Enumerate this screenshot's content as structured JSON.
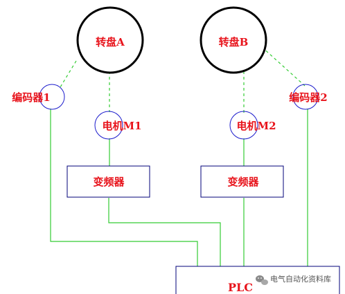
{
  "diagram": {
    "turntable_a": "转盘A",
    "turntable_b": "转盘B",
    "encoder_1": "编码器1",
    "encoder_2": "编码器2",
    "motor_m1": "电机M1",
    "motor_m2": "电机M2",
    "vfd_1": "变频器",
    "vfd_2": "变频器",
    "plc": "PLC"
  },
  "watermark": {
    "text": "电气自动化资料库"
  },
  "colors": {
    "label": "#e8141c",
    "wire": "#33cc33",
    "outline": "#000000",
    "small_circle": "#1a1acc",
    "box": "#00007a"
  },
  "icons": {
    "watermark": "wechat-logo-icon"
  }
}
